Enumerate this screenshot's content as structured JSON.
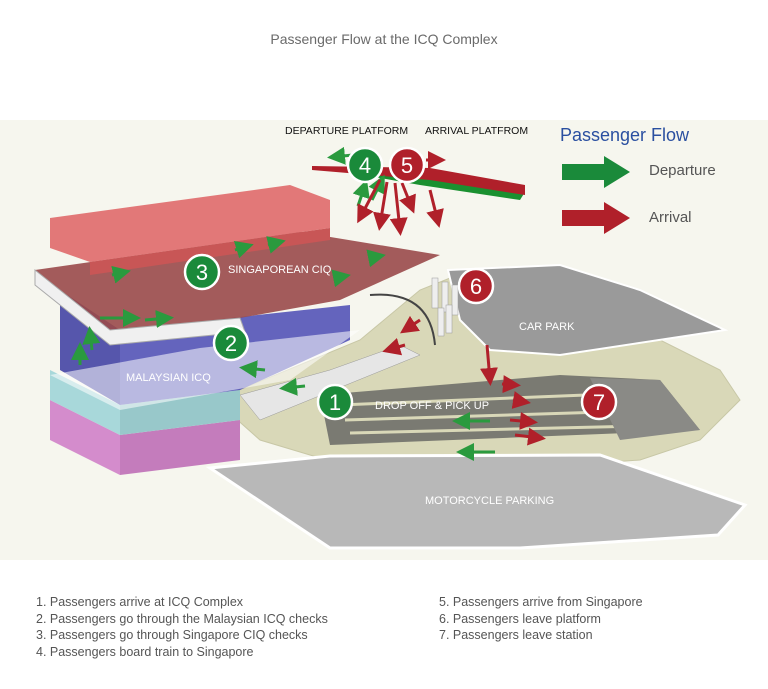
{
  "title": "Passenger Flow at the ICQ Complex",
  "colors": {
    "departure": "#2a9a3e",
    "arrival": "#b0202a",
    "legend_title": "#2a4fa0",
    "ground": "#d9d8b8",
    "singapore_ciq": "#9a4a4a",
    "malaysian_icq": "#3a3aa0",
    "parking": "#b8b8b8"
  },
  "labels": {
    "departure_platform": "DEPARTURE PLATFORM",
    "arrival_platform": "ARRIVAL PLATFROM",
    "singaporean_ciq": "SINGAPOREAN CIQ",
    "malaysian_icq": "MALAYSIAN ICQ",
    "car_park": "CAR PARK",
    "drop_off": "DROP OFF & PICK UP",
    "motorcycle_parking": "MOTORCYCLE PARKING"
  },
  "legend": {
    "title": "Passenger Flow",
    "departure": "Departure",
    "arrival": "Arrival"
  },
  "markers": [
    "1",
    "2",
    "3",
    "4",
    "5",
    "6",
    "7"
  ],
  "steps_left": [
    "1. Passengers arrive at ICQ Complex",
    "2. Passengers go through the Malaysian ICQ checks",
    "3. Passengers go through Singapore CIQ checks",
    "4. Passengers board train to Singapore"
  ],
  "steps_right": [
    "5. Passengers arrive from Singapore",
    "6. Passengers leave platform",
    "7. Passengers leave station"
  ]
}
